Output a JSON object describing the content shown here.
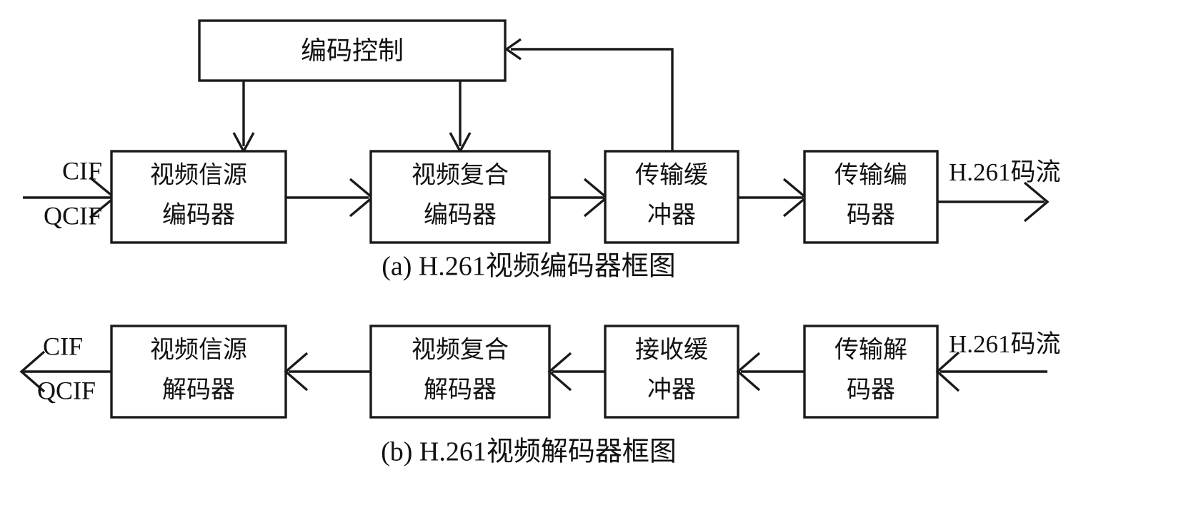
{
  "figure": {
    "title_a": "(a) H.261视频编码器框图",
    "title_b": "(b) H.261视频解码器框图",
    "line_color": "#1a1a1a",
    "background": "#ffffff",
    "text_color": "#111111"
  },
  "encoder": {
    "control_box": {
      "label": "编码控制"
    },
    "boxes": [
      {
        "id": "video-source-encoder",
        "line1": "视频信源",
        "line2": "编码器"
      },
      {
        "id": "video-multiplex-encoder",
        "line1": "视频复合",
        "line2": "编码器"
      },
      {
        "id": "transmit-buffer",
        "line1": "传输缓",
        "line2": "冲器"
      },
      {
        "id": "transmit-encoder",
        "line1": "传输编",
        "line2": "码器"
      }
    ],
    "input_label_top": "CIF",
    "input_label_bottom": "QCIF",
    "output_label": "H.261码流"
  },
  "decoder": {
    "boxes": [
      {
        "id": "video-source-decoder",
        "line1": "视频信源",
        "line2": "解码器"
      },
      {
        "id": "video-multiplex-decoder",
        "line1": "视频复合",
        "line2": "解码器"
      },
      {
        "id": "receive-buffer",
        "line1": "接收缓",
        "line2": "冲器"
      },
      {
        "id": "transmit-decoder",
        "line1": "传输解",
        "line2": "码器"
      }
    ],
    "output_label_top": "CIF",
    "output_label_bottom": "QCIF",
    "input_label": "H.261码流"
  }
}
